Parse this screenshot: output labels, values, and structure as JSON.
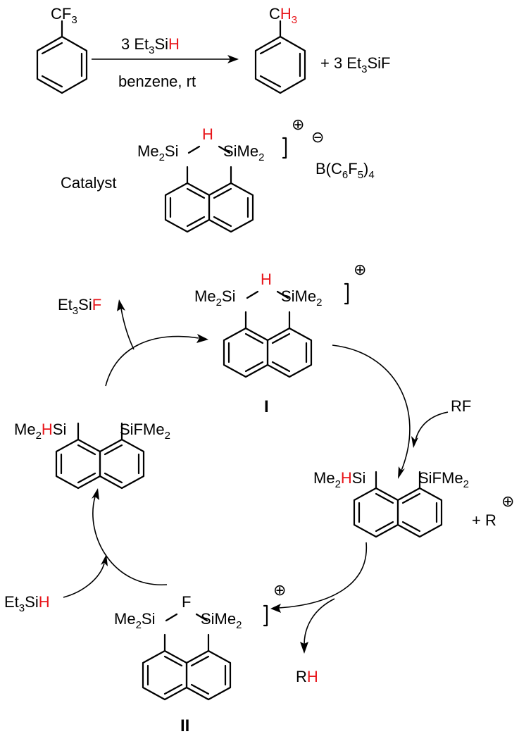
{
  "colors": {
    "ink": "#000000",
    "highlight": "#e8161b"
  },
  "reaction": {
    "reactant_substituent": "CF3",
    "reagent_above_arrow": "3 Et3SiH",
    "conditions_below_arrow": "benzene, rt",
    "product_substituent": "CH3",
    "byproduct": "+ 3 Et3SiF"
  },
  "catalyst": {
    "label": "Catalyst",
    "left_si": "Me2Si",
    "bridge": "H",
    "right_si": "SiMe2",
    "charge": "⊕",
    "anion_charge": "⊖",
    "anion": "B(C6F5)4"
  },
  "cycle": {
    "species_I": {
      "left_si": "Me2Si",
      "bridge": "H",
      "right_si": "SiMe2",
      "charge": "⊕",
      "label": "I"
    },
    "intermediate_right": {
      "left_si": "Me2HSi",
      "right_si": "SiFMe2",
      "side_product": "+ R",
      "side_charge": "⊕"
    },
    "species_II": {
      "left_si": "Me2Si",
      "bridge": "F",
      "right_si": "SiMe2",
      "charge": "⊕",
      "label": "II"
    },
    "intermediate_left": {
      "left_si": "Me2HSi",
      "right_si": "SiFMe2"
    },
    "reagents": {
      "in_right": "RF",
      "out_bottom": "RH",
      "in_left": "Et3SiH",
      "out_top": "Et3SiF"
    }
  }
}
